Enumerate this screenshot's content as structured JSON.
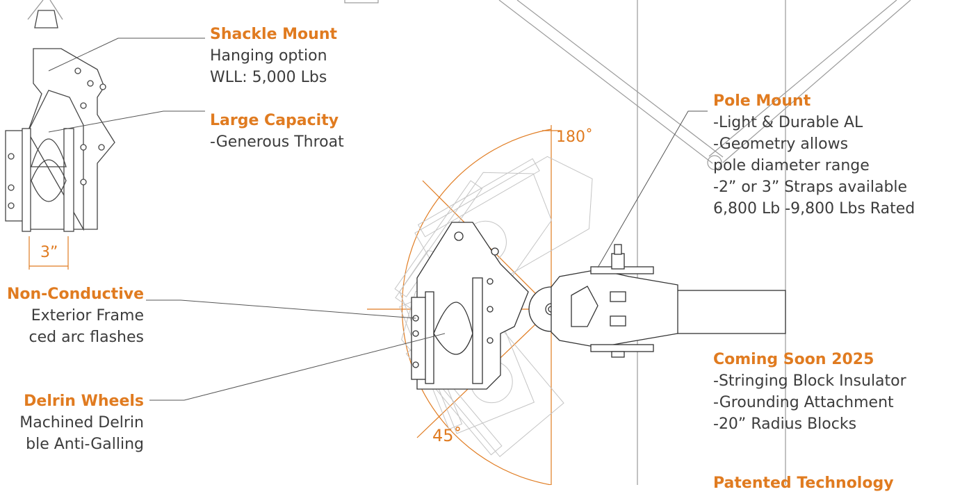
{
  "callouts": {
    "shackle": {
      "title": "Shackle Mount",
      "lines": [
        "Hanging option",
        "WLL: 5,000 Lbs"
      ]
    },
    "capacity": {
      "title": "Large Capacity",
      "lines": [
        "-Generous Throat"
      ]
    },
    "pole": {
      "title": "Pole Mount",
      "lines": [
        "-Light & Durable AL",
        "-Geometry allows",
        "pole diameter range",
        "-2” or 3” Straps available",
        "6,800 Lb -9,800 Lbs Rated"
      ]
    },
    "conductive": {
      "title": "Non-Conductive",
      "lines": [
        "Exterior Frame",
        "ced  arc flashes"
      ]
    },
    "delrin": {
      "title": "Delrin Wheels",
      "lines": [
        "Machined Delrin",
        "ble Anti-Galling"
      ]
    },
    "soon": {
      "title": "Coming Soon 2025",
      "lines": [
        "-Stringing Block Insulator",
        "-Grounding Attachment",
        "-20” Radius Blocks"
      ]
    },
    "bottom": {
      "title": "Patented Technology"
    }
  },
  "dimensions": {
    "width": "3”",
    "angle_max": "180˚",
    "angle_min": "45˚"
  },
  "colors": {
    "accent": "#e07b20",
    "text": "#3c3c3c",
    "line": "#555555",
    "ghost": "#c4c4c4"
  }
}
